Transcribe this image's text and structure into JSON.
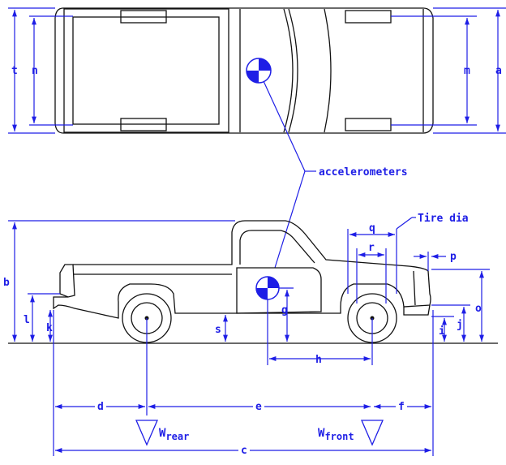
{
  "colors": {
    "vehicle_line": "#111111",
    "dimension_line": "#1e1ee6",
    "background": "#ffffff"
  },
  "callouts": {
    "accelerometers": "accelerometers",
    "tire_dia": "Tire dia"
  },
  "dimension_labels": {
    "a": "a",
    "b": "b",
    "c": "c",
    "d": "d",
    "e": "e",
    "f": "f",
    "g": "g",
    "h": "h",
    "i": "i",
    "j": "j",
    "k": "k",
    "l": "l",
    "m": "m",
    "n": "n",
    "o": "o",
    "p": "p",
    "q": "q",
    "r": "r",
    "s": "s",
    "t": "t"
  },
  "weights": {
    "rear": {
      "base": "W",
      "subscript": "rear"
    },
    "front": {
      "base": "W",
      "subscript": "front"
    }
  },
  "icons": {
    "center_of_gravity": "center-of-gravity-marker-icon"
  }
}
